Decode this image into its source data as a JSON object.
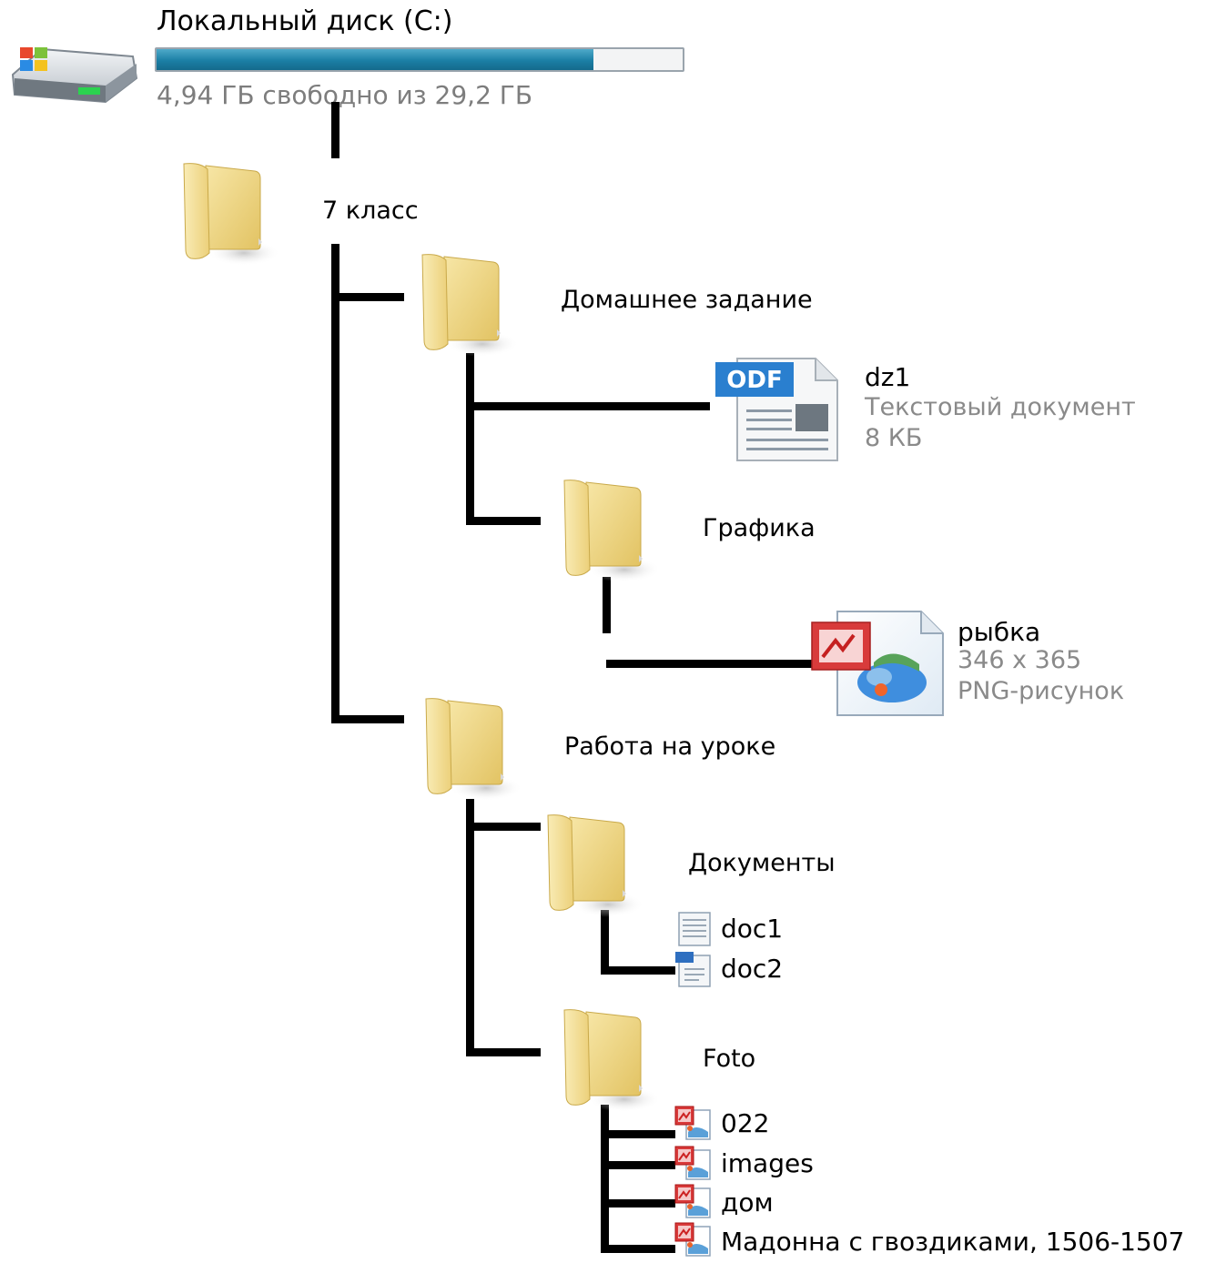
{
  "drive": {
    "title": "Локальный диск (C:)",
    "free_text": "4,94 ГБ свободно из 29,2 ГБ",
    "used_fraction": 0.83
  },
  "tree": {
    "root": "7 класс",
    "homework": {
      "label": "Домашнее задание",
      "dz1": {
        "name": "dz1",
        "type": "Текстовый документ",
        "size": "8 КБ",
        "badge": "ODF"
      },
      "graphics": {
        "label": "Графика",
        "fish": {
          "name": "рыбка",
          "dimensions": "346 x 365",
          "type": "PNG-рисунок"
        }
      }
    },
    "lesson": {
      "label": "Работа на уроке",
      "documents": {
        "label": "Документы",
        "files": [
          "doc1",
          "doc2"
        ]
      },
      "foto": {
        "label": "Foto",
        "files": [
          "022",
          "images",
          "дом",
          "Мадонна с гвоздиками, 1506-1507"
        ]
      }
    }
  },
  "icons": {
    "drive": "hard-drive-icon",
    "folder": "folder-icon",
    "odf": "odf-document-icon",
    "image": "image-file-icon",
    "text": "text-file-icon"
  },
  "colors": {
    "bar_fill": "#1b7fa5",
    "folder": "#f2d77c",
    "odf_badge": "#2a7fcf"
  }
}
